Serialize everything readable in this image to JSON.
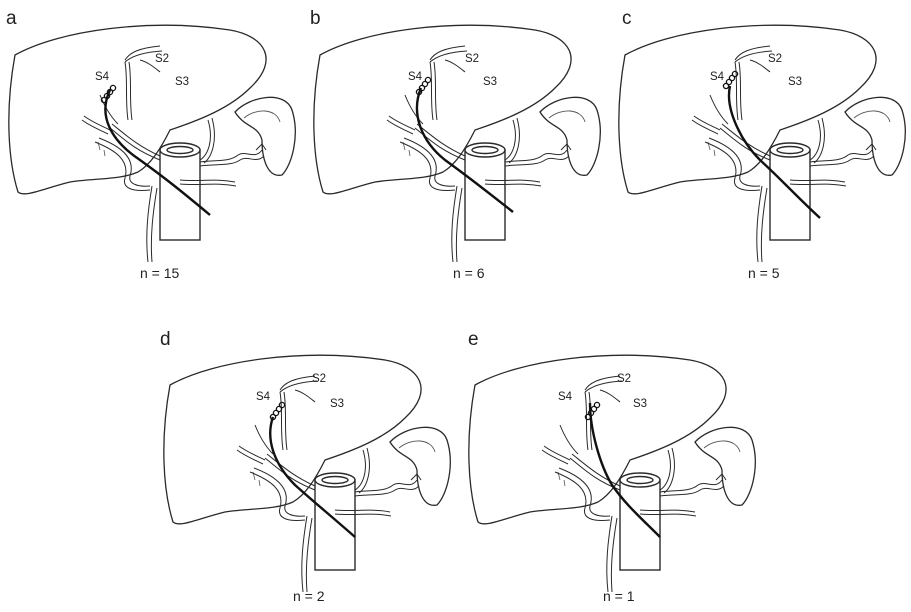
{
  "figure": {
    "panels": [
      {
        "letter": "a",
        "count": "n = 15",
        "segments": [
          "S4",
          "S2",
          "S3"
        ]
      },
      {
        "letter": "b",
        "count": "n = 6",
        "segments": [
          "S4",
          "S2",
          "S3"
        ]
      },
      {
        "letter": "c",
        "count": "n = 5",
        "segments": [
          "S4",
          "S2",
          "S3"
        ]
      },
      {
        "letter": "d",
        "count": "n = 2",
        "segments": [
          "S4",
          "S2",
          "S3"
        ]
      },
      {
        "letter": "e",
        "count": "n = 1",
        "segments": [
          "S4",
          "S2",
          "S3"
        ]
      }
    ],
    "colors": {
      "outline": "#2a2a2a",
      "catheter": "#111111",
      "background": "#ffffff"
    }
  }
}
